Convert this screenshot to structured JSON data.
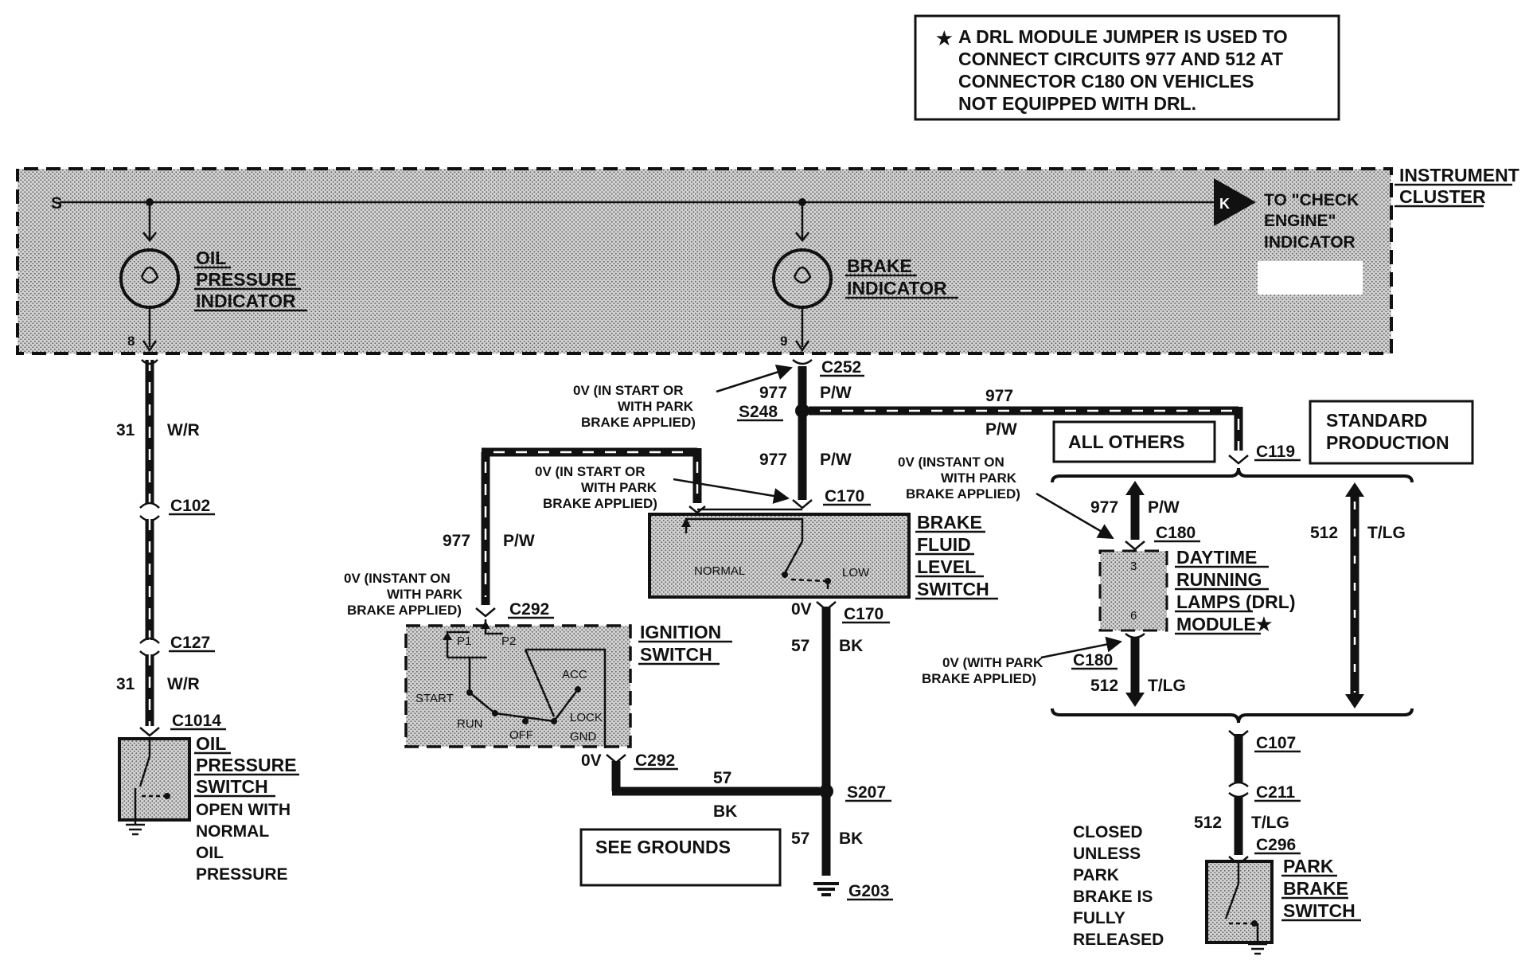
{
  "note": {
    "star": "★",
    "lines": [
      "A DRL MODULE JUMPER IS USED TO",
      "CONNECT CIRCUITS 977 AND 512 AT",
      "CONNECTOR  C180  ON  VEHICLES",
      "NOT EQUIPPED WITH DRL."
    ]
  },
  "cluster": {
    "label": [
      "INSTRUMENT",
      "CLUSTER"
    ],
    "check_engine": [
      "TO \"CHECK",
      "ENGINE\"",
      "INDICATOR"
    ],
    "check_engine_letter": "K",
    "s_mark": "S"
  },
  "oil_indicator": {
    "label": [
      "OIL",
      "PRESSURE",
      "INDICATOR"
    ],
    "pin": "8"
  },
  "brake_indicator": {
    "label": [
      "BRAKE",
      "INDICATOR"
    ],
    "pin": "9"
  },
  "left_circuit": {
    "circuit": "31",
    "color": "W/R",
    "circuit2": "31",
    "color2": "W/R",
    "c102": "C102",
    "c127": "C127",
    "c1014": "C1014"
  },
  "oil_switch": {
    "label": [
      "OIL",
      "PRESSURE",
      "SWITCH"
    ],
    "note": [
      "OPEN WITH",
      "NORMAL",
      "OIL",
      "PRESSURE"
    ]
  },
  "center": {
    "c252": "C252",
    "s248": "S248",
    "w977a": "977",
    "pw_a": "P/W",
    "w977b": "977",
    "pw_b": "P/W",
    "c170_top": "C170",
    "c170_bot": "C170",
    "v0_c170": "0V",
    "w57": "57",
    "bk": "BK",
    "annot_start_top": [
      "0V (IN START OR",
      "WITH PARK",
      "BRAKE APPLIED)"
    ]
  },
  "brake_fluid": {
    "label": [
      "BRAKE",
      "FLUID",
      "LEVEL",
      "SWITCH"
    ],
    "normal": "NORMAL",
    "low": "LOW"
  },
  "ignition": {
    "label": [
      "IGNITION",
      "SWITCH"
    ],
    "c292_top": "C292",
    "c292_bot": "C292",
    "v0": "0V",
    "w977": "977",
    "pw": "P/W",
    "p1": "P1",
    "p2": "P2",
    "start": "START",
    "run": "RUN",
    "off": "OFF",
    "acc": "ACC",
    "lock": "LOCK",
    "gnd": "GND",
    "annot_start": [
      "0V (IN START OR",
      "WITH PARK",
      "BRAKE APPLIED)"
    ],
    "annot_instant": [
      "0V (INSTANT ON",
      "WITH PARK",
      "BRAKE APPLIED)"
    ]
  },
  "ground": {
    "w57": "57",
    "bk": "BK",
    "s207": "S207",
    "w57b": "57",
    "bkb": "BK",
    "g203": "G203",
    "see_grounds": "SEE GROUNDS"
  },
  "right": {
    "w977": "977",
    "pw": "P/W",
    "all_others": "ALL OTHERS",
    "standard": [
      "STANDARD",
      "PRODUCTION"
    ],
    "c119": "C119",
    "annot_instant": [
      "0V (INSTANT ON",
      "WITH PARK",
      "BRAKE APPLIED)"
    ],
    "w977b": "977",
    "pw_b": "P/W",
    "c180_top": "C180",
    "c180_bot": "C180",
    "drl_label": [
      "DAYTIME",
      "RUNNING",
      "LAMPS (DRL)",
      "MODULE★"
    ],
    "drl_pin3": "3",
    "drl_pin6": "6",
    "annot_park": [
      "0V (WITH PARK",
      "BRAKE APPLIED)"
    ],
    "w512": "512",
    "tlg": "T/LG",
    "w512b": "512",
    "tlg_b": "T/LG",
    "c107": "C107",
    "c211": "C211",
    "w512c": "512",
    "tlg_c": "T/LG",
    "c296": "C296",
    "closed_note": [
      "CLOSED",
      "UNLESS",
      "PARK",
      "BRAKE IS",
      "FULLY",
      "RELEASED"
    ]
  },
  "park_switch": {
    "label": [
      "PARK",
      "BRAKE",
      "SWITCH"
    ]
  }
}
